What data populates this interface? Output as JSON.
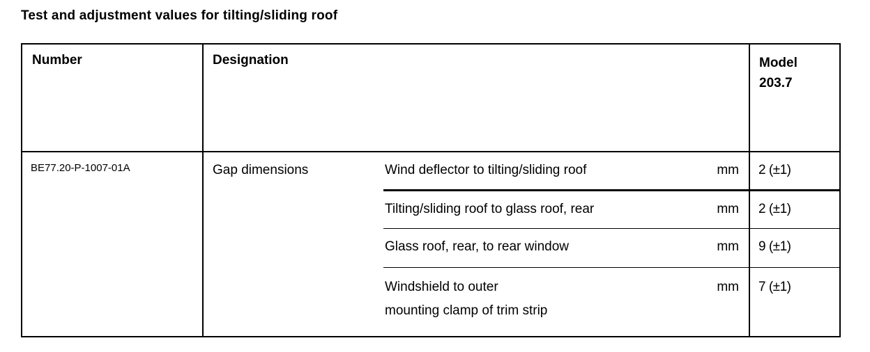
{
  "title": "Test and adjustment values for tilting/sliding roof",
  "table": {
    "headers": {
      "number": "Number",
      "designation": "Designation",
      "model_line1": "Model",
      "model_line2": "203.7"
    },
    "row": {
      "number": "BE77.20-P-1007-01A",
      "designation_group": "Gap dimensions",
      "items": [
        {
          "description": "Wind deflector to tilting/sliding roof",
          "unit": "mm",
          "value": "2 (±1)"
        },
        {
          "description": "Tilting/sliding roof to glass roof, rear",
          "unit": "mm",
          "value": "2 (±1)"
        },
        {
          "description": "Glass roof, rear, to rear window",
          "unit": "mm",
          "value": "9 (±1)"
        },
        {
          "description": "Windshield to outer",
          "description_line2": "mounting clamp of trim strip",
          "unit": "mm",
          "value": "7 (±1)"
        }
      ]
    }
  }
}
